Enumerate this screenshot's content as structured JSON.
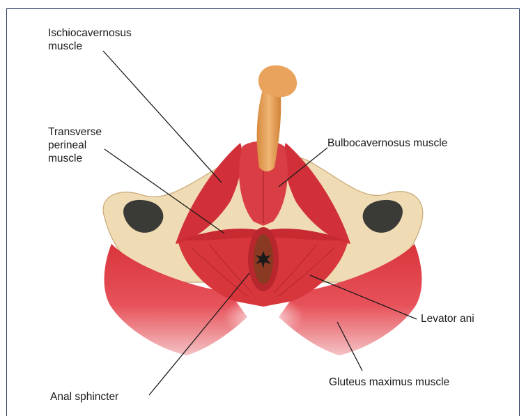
{
  "labels": {
    "ischiocavernosus": "Ischiocavernosus\nmuscle",
    "transverse_perineal": "Transverse\nperineal\nmuscle",
    "bulbocavernosus": "Bulbocavernosus muscle",
    "levator_ani": "Levator ani",
    "gluteus_maximus": "Gluteus maximus muscle",
    "anal_sphincter": "Anal sphincter"
  },
  "colors": {
    "frame": "#2c3e63",
    "muscle_red": "#d8363d",
    "muscle_dark": "#a8232a",
    "bone": "#f0dcb4",
    "skin": "#e8a85a"
  }
}
